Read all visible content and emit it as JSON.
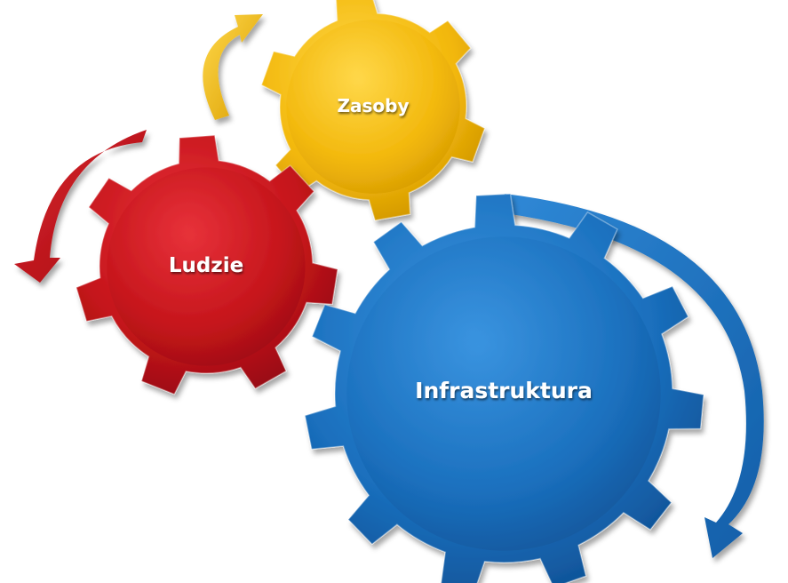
{
  "diagram": {
    "gears": [
      {
        "id": "zasoby",
        "label": "Zasoby",
        "color": "#f2b70a"
      },
      {
        "id": "ludzie",
        "label": "Ludzie",
        "color": "#c4141a"
      },
      {
        "id": "infrastruktura",
        "label": "Infrastruktura",
        "color": "#1a6fbd"
      }
    ],
    "arrows": [
      {
        "id": "arrow-zasoby",
        "color": "#f2b70a"
      },
      {
        "id": "arrow-ludzie",
        "color": "#c4141a"
      },
      {
        "id": "arrow-infrastruktura",
        "color": "#1a6fbd"
      }
    ]
  }
}
